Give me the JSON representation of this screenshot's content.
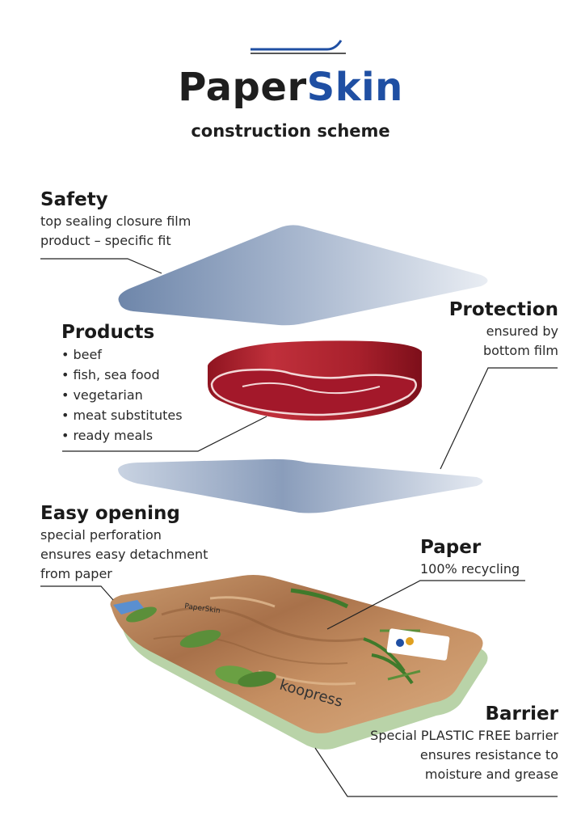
{
  "brand": {
    "part1": "Paper",
    "part2": "Skin"
  },
  "subtitle": "construction scheme",
  "labels": {
    "safety": {
      "title": "Safety",
      "line1": "top sealing closure film",
      "line2": "product – specific fit"
    },
    "products": {
      "title": "Products",
      "items": [
        "beef",
        "fish, sea food",
        "vegetarian",
        "meat substitutes",
        "ready meals"
      ]
    },
    "protection": {
      "title": "Protection",
      "line1": "ensured by",
      "line2": "bottom film"
    },
    "easy_opening": {
      "title": "Easy opening",
      "line1": "special perforation",
      "line2": "ensures easy detachment",
      "line3": "from paper"
    },
    "paper": {
      "title": "Paper",
      "line1": "100% recycling"
    },
    "barrier": {
      "title": "Barrier",
      "line1": "Special PLASTIC FREE barrier",
      "line2": "ensures resistance to",
      "line3": "moisture and grease"
    }
  },
  "tray": {
    "brand_text": "koopress",
    "small_text": "PaperSkin"
  },
  "colors": {
    "brand_dark": "#1e1e1e",
    "brand_blue": "#1f4fa3",
    "meat_red": "#b01e2a",
    "film_blue": "#7f95b5",
    "barrier_green": "#b9d3a8"
  }
}
